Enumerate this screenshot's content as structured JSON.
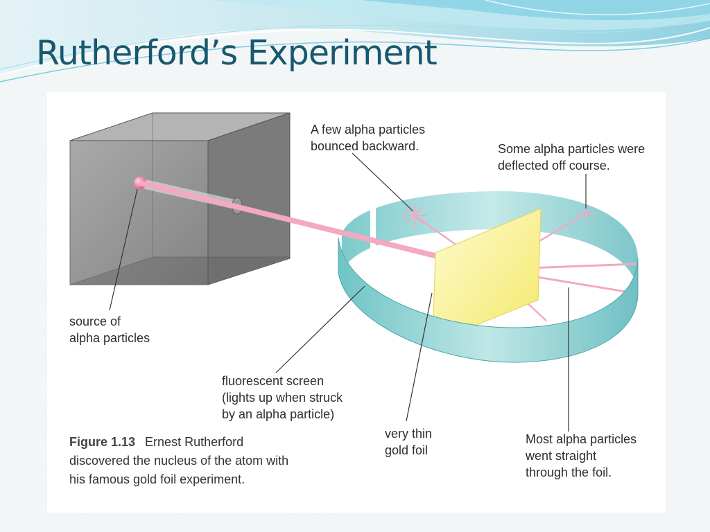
{
  "slide": {
    "title": "Rutherford’s Experiment",
    "colors": {
      "title": "#17586e",
      "wave_light": "#bfe7ef",
      "wave_mid": "#7dcfe0",
      "wave_dark": "#3aaccb"
    }
  },
  "diagram": {
    "labels": {
      "few_bounced_line1": "A few alpha particles",
      "few_bounced_line2": "bounced backward.",
      "some_deflected_line1": "Some alpha particles were",
      "some_deflected_line2": "deflected off course.",
      "source_line1": "source of",
      "source_line2": "alpha particles",
      "screen_line1": "fluorescent screen",
      "screen_line2": "(lights up when struck",
      "screen_line3": "by an alpha particle)",
      "foil_line1": "very thin",
      "foil_line2": "gold foil",
      "straight_line1": "Most alpha particles",
      "straight_line2": "went straight",
      "straight_line3": "through the foil."
    },
    "caption": {
      "figure_number": "Figure 1.13",
      "line1": "Ernest Rutherford",
      "line2": "discovered the nucleus of the atom with",
      "line3": "his famous gold foil experiment."
    },
    "colors": {
      "box": "#8a8a8a",
      "beam": "#f3a9c0",
      "screen": "#8fd0d2",
      "foil": "#f7ef8a"
    }
  }
}
